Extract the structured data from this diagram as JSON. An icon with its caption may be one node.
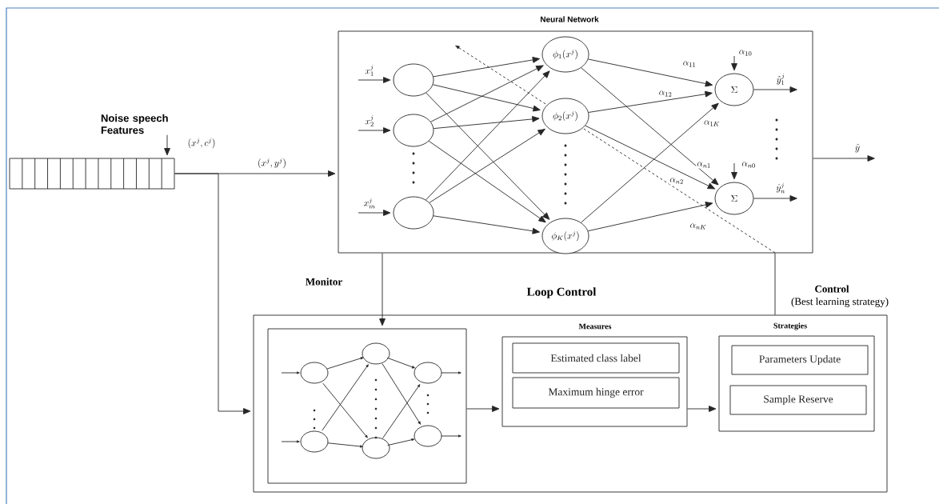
{
  "diagram": {
    "nodes": [
      {
        "text": [
          "Noise speech Features"
        ]
      },
      {
        "text": [],
        "shape": "bar"
      },
      {
        "text": [
          "Neural Network"
        ]
      },
      {
        "text": [],
        "shape": "circle",
        "in": 2
      },
      {
        "text": [],
        "shape": "circle",
        "in": 2
      },
      {
        "text": [],
        "shape": "circle",
        "in": 2
      },
      {
        "text": [
          "\\phi_1(x^j)"
        ],
        "in": 2
      },
      {
        "text": [
          "\\phi_2(x^j)"
        ],
        "in": 2
      },
      {
        "text": [
          "\\phi_K(x^j)"
        ],
        "in": 2
      },
      {
        "text": [
          "\\Sigma"
        ],
        "in": 2
      },
      {
        "text": [
          "\\Sigma"
        ],
        "in": 2
      },
      {
        "text": [
          "Loop Control"
        ]
      },
      {
        "text": [],
        "shape": "box",
        "in": 11
      },
      {
        "text": [
          "Measures"
        ],
        "in": 11
      },
      {
        "text": [
          "Estimated class label"
        ],
        "in": 13
      },
      {
        "text": [
          "Maximum hinge error"
        ],
        "in": 13
      },
      {
        "text": [
          "Strategies"
        ],
        "in": 11
      },
      {
        "text": [
          "Parameters Update"
        ],
        "in": 16
      },
      {
        "text": [
          "Sample Reserve"
        ],
        "in": 16
      }
    ],
    "edges": [
      {
        "from": 0,
        "to": 1,
        "arrow": "to",
        "label": "(x^j, c^j)"
      },
      {
        "from": 1,
        "to": 2,
        "arrow": "to",
        "label": "(x^j, y^j)"
      },
      {
        "from": 1,
        "to": 11,
        "arrow": "to"
      },
      {
        "from": null,
        "to": 3,
        "arrow": "to",
        "label": "x_1^j"
      },
      {
        "from": null,
        "to": 4,
        "arrow": "to",
        "label": "x_2^j"
      },
      {
        "from": null,
        "to": 5,
        "arrow": "to",
        "label": "x_m^j"
      },
      {
        "from": 3,
        "to": 6,
        "arrow": "to"
      },
      {
        "from": 3,
        "to": 7,
        "arrow": "to"
      },
      {
        "from": 3,
        "to": 8,
        "arrow": "to"
      },
      {
        "from": 4,
        "to": 6,
        "arrow": "to"
      },
      {
        "from": 4,
        "to": 7,
        "arrow": "to"
      },
      {
        "from": 4,
        "to": 8,
        "arrow": "to"
      },
      {
        "from": 5,
        "to": 6,
        "arrow": "to"
      },
      {
        "from": 5,
        "to": 7,
        "arrow": "to"
      },
      {
        "from": 5,
        "to": 8,
        "arrow": "to"
      },
      {
        "from": 6,
        "to": 9,
        "arrow": "to",
        "label": "\\alpha_{11}"
      },
      {
        "from": 7,
        "to": 9,
        "arrow": "to",
        "label": "\\alpha_{12}"
      },
      {
        "from": 8,
        "to": 9,
        "arrow": "to",
        "label": "\\alpha_{1K}"
      },
      {
        "from": 6,
        "to": 10,
        "arrow": "to",
        "label": "\\alpha_{n1}"
      },
      {
        "from": 7,
        "to": 10,
        "arrow": "to",
        "label": "\\alpha_{n2}"
      },
      {
        "from": 8,
        "to": 10,
        "arrow": "to",
        "label": "\\alpha_{nK}"
      },
      {
        "from": null,
        "to": 9,
        "arrow": "to",
        "label": "\\alpha_{10}"
      },
      {
        "from": null,
        "to": 10,
        "arrow": "to",
        "label": "\\alpha_{n0}"
      },
      {
        "from": 9,
        "to": null,
        "arrow": "to",
        "label": "\\hat{y}_1^j"
      },
      {
        "from": 10,
        "to": null,
        "arrow": "to",
        "label": "\\hat{y}_n^j"
      },
      {
        "from": 2,
        "to": null,
        "arrow": "to",
        "label": "\\hat{y}"
      },
      {
        "from": 2,
        "to": 12,
        "arrow": "to",
        "label": "Monitor"
      },
      {
        "from": 11,
        "to": 2,
        "arrow": "none",
        "label": "Control"
      },
      {
        "from": 12,
        "to": 13,
        "arrow": "to"
      },
      {
        "from": 13,
        "to": 16,
        "arrow": "to"
      }
    ],
    "labels": [
      "(Best learning strategy)"
    ]
  }
}
